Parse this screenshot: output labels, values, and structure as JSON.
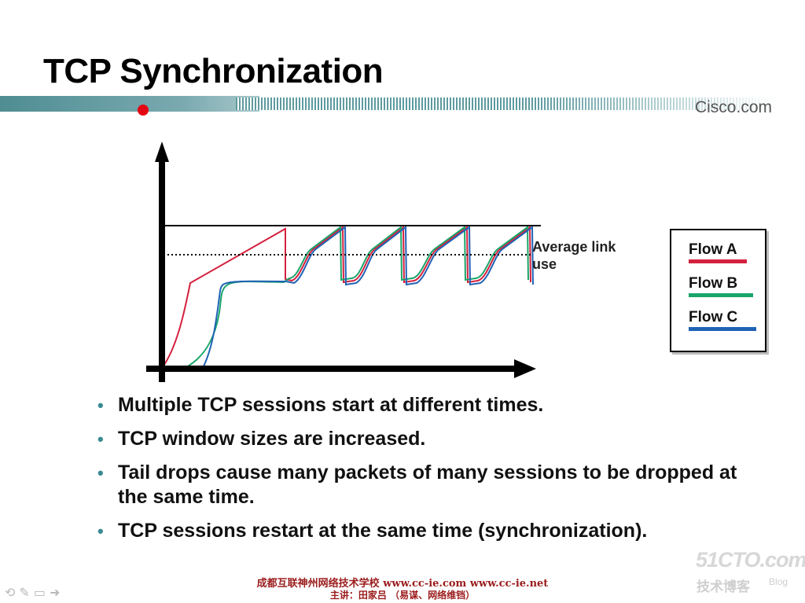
{
  "slide": {
    "title": "TCP Synchronization",
    "brand": "Cisco.com"
  },
  "chart": {
    "average_label": "Average link\nuse"
  },
  "legend": [
    {
      "label": "Flow A",
      "color": "#d4213d"
    },
    {
      "label": "Flow B",
      "color": "#1aa56a"
    },
    {
      "label": "Flow C",
      "color": "#1f63b5"
    }
  ],
  "bullets": [
    "Multiple TCP sessions start at different times.",
    "TCP window sizes are increased.",
    "Tail drops cause many packets of many sessions to be dropped at the same time.",
    "TCP sessions restart at the same time (synchronization)."
  ],
  "footer": {
    "line1": "成都互联神州网络技术学校  www.cc-ie.com www.cc-ie.net",
    "line2": "主讲：田家吕 （易谋、网络维铛）"
  },
  "watermark": {
    "main": "51CTO.com",
    "sub": "技术博客",
    "blog": "Blog"
  },
  "nav": {
    "prev": "⟲",
    "pen": "✎",
    "menu": "▭",
    "next": "➜"
  }
}
